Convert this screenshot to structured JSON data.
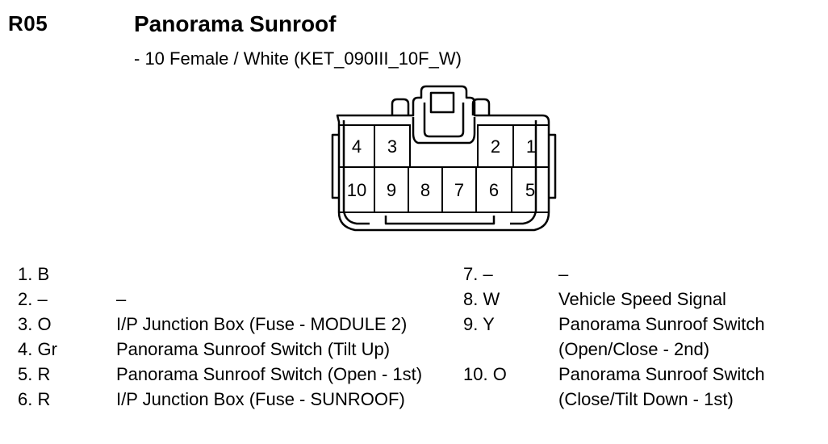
{
  "header": {
    "code": "R05",
    "title": "Panorama Sunroof",
    "subtitle": "- 10 Female / White (KET_090III_10F_W)"
  },
  "connector": {
    "top_row": [
      "4",
      "3",
      "2",
      "1"
    ],
    "bottom_row": [
      "10",
      "9",
      "8",
      "7",
      "6",
      "5"
    ]
  },
  "pins": [
    {
      "left_pin": "1. B",
      "left_desc": "",
      "right_pin": "7. –",
      "right_desc": "–"
    },
    {
      "left_pin": "2. –",
      "left_desc": "–",
      "right_pin": "8. W",
      "right_desc": "Vehicle Speed Signal"
    },
    {
      "left_pin": "3. O",
      "left_desc": "I/P Junction Box (Fuse - MODULE 2)",
      "right_pin": "9. Y",
      "right_desc": "Panorama Sunroof Switch"
    },
    {
      "left_pin": "4. Gr",
      "left_desc": "Panorama Sunroof Switch (Tilt Up)",
      "right_pin": "",
      "right_desc": "(Open/Close - 2nd)"
    },
    {
      "left_pin": "5. R",
      "left_desc": "Panorama Sunroof Switch (Open - 1st)",
      "right_pin": "10. O",
      "right_desc": "Panorama Sunroof Switch"
    },
    {
      "left_pin": "6. R",
      "left_desc": "I/P Junction Box (Fuse - SUNROOF)",
      "right_pin": "",
      "right_desc": "(Close/Tilt Down - 1st)"
    }
  ]
}
